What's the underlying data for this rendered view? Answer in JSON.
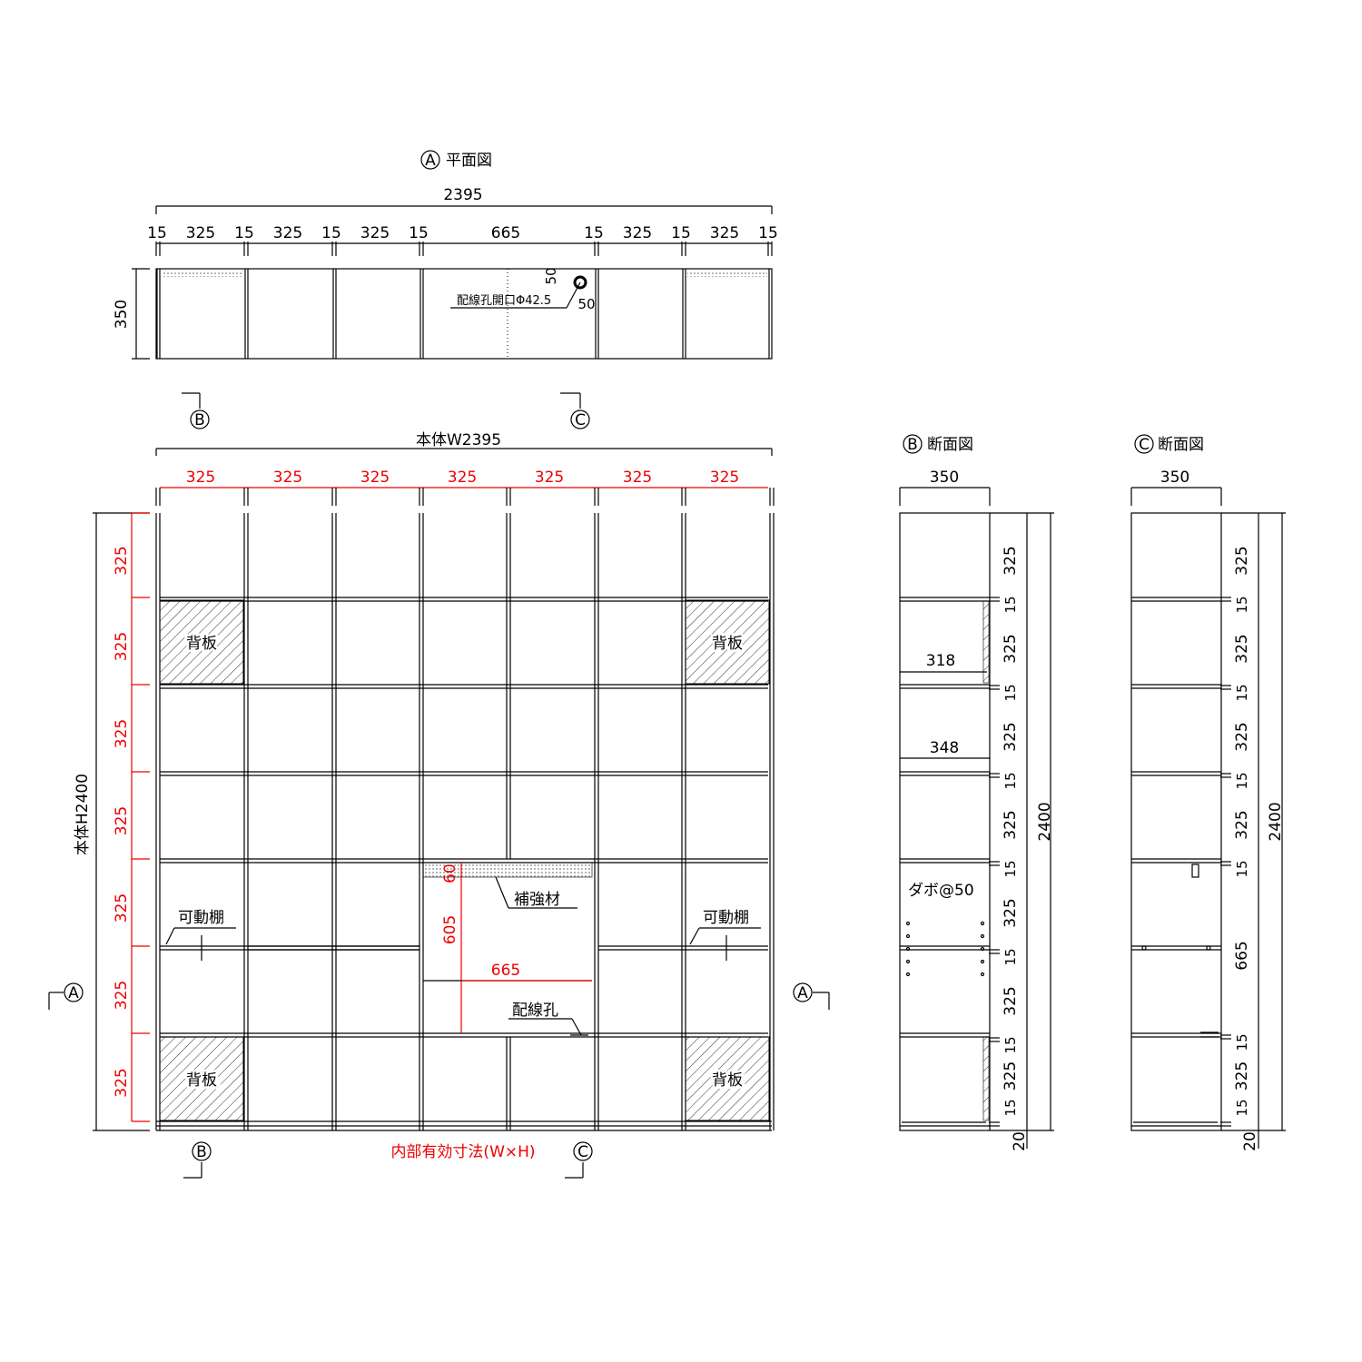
{
  "plan": {
    "marker": "A",
    "title": "平面図",
    "total": "2395",
    "depth": "350",
    "segments": [
      "15",
      "325",
      "15",
      "325",
      "15",
      "325",
      "15",
      "665",
      "15",
      "325",
      "15",
      "325",
      "15"
    ],
    "hole_v": "50",
    "hole_h": "50",
    "hole_label": "配線孔開口Φ42.5"
  },
  "markers": {
    "b": "B",
    "c": "C",
    "a": "A"
  },
  "elevation": {
    "width_label": "本体W2395",
    "height_label": "本体H2400",
    "col_dims": [
      "325",
      "325",
      "325",
      "325",
      "325",
      "325",
      "325"
    ],
    "row_dims": [
      "325",
      "325",
      "325",
      "325",
      "325",
      "325",
      "325"
    ],
    "back_panel": "背板",
    "movable_shelf": "可動棚",
    "reinforcement": "補強材",
    "reinf_h": "60",
    "open_h": "605",
    "open_w": "665",
    "wire_hole": "配線孔",
    "inner_note": "内部有効寸法(W×H)"
  },
  "section_b": {
    "title": "断面図",
    "depth": "350",
    "inner_318": "318",
    "inner_348": "348",
    "dowel": "ダボ@50",
    "dims": [
      "325",
      "15",
      "325",
      "15",
      "325",
      "15",
      "325",
      "15",
      "325",
      "15",
      "325",
      "15",
      "325",
      "15"
    ],
    "total": "2400",
    "base": "20"
  },
  "section_c": {
    "title": "断面図",
    "depth": "350",
    "dims": [
      "325",
      "15",
      "325",
      "15",
      "325",
      "15",
      "325",
      "15",
      "665",
      "15",
      "325",
      "15"
    ],
    "total": "2400",
    "base": "20"
  }
}
